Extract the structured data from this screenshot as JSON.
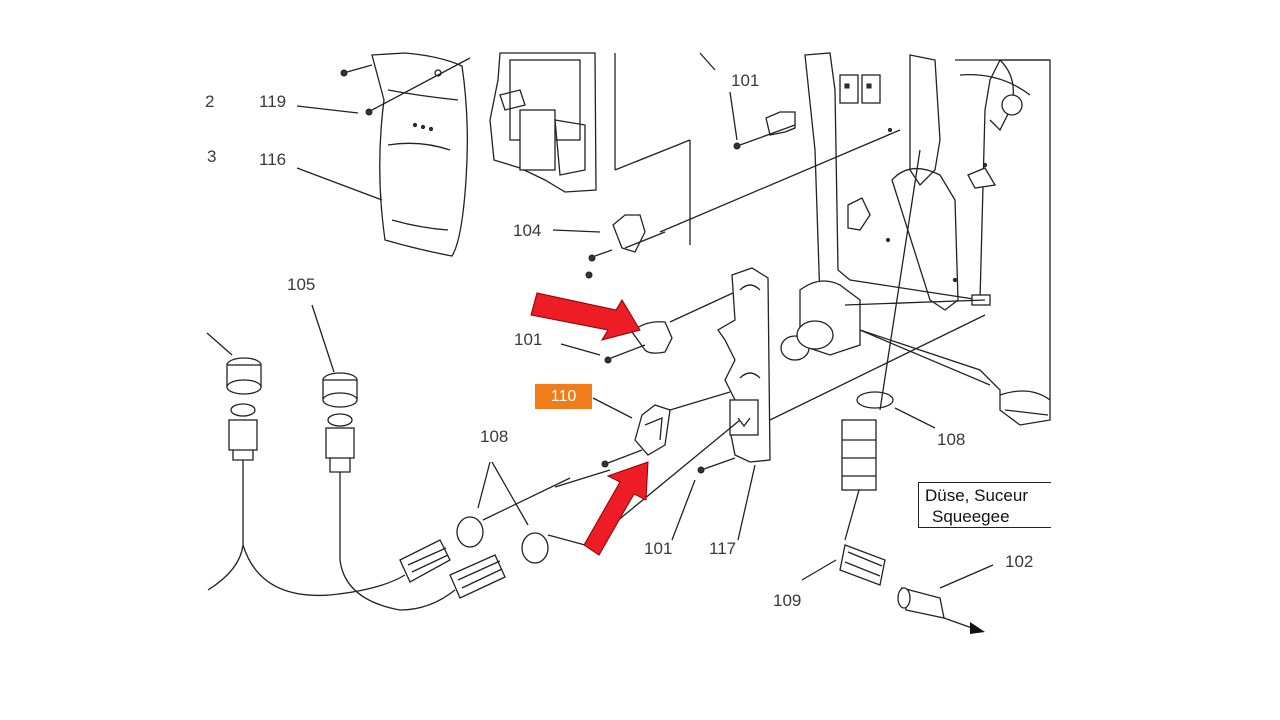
{
  "diagram": {
    "callouts": [
      {
        "id": "c2",
        "text": "2"
      },
      {
        "id": "c3",
        "text": "3"
      },
      {
        "id": "c119",
        "text": "119"
      },
      {
        "id": "c116",
        "text": "116"
      },
      {
        "id": "c101a",
        "text": "101"
      },
      {
        "id": "c104",
        "text": "104"
      },
      {
        "id": "c105",
        "text": "105"
      },
      {
        "id": "c101b",
        "text": "101"
      },
      {
        "id": "c108a",
        "text": "108"
      },
      {
        "id": "c108b",
        "text": "108"
      },
      {
        "id": "c101c",
        "text": "101"
      },
      {
        "id": "c117",
        "text": "117"
      },
      {
        "id": "c109",
        "text": "109"
      },
      {
        "id": "c102",
        "text": "102"
      }
    ],
    "highlighted_callout": "110",
    "highlight_color": "#f07c1a",
    "arrow_color": "#ee1c25",
    "legend": {
      "line1": "Düse, Suceur",
      "line2": "Squeegee"
    }
  }
}
